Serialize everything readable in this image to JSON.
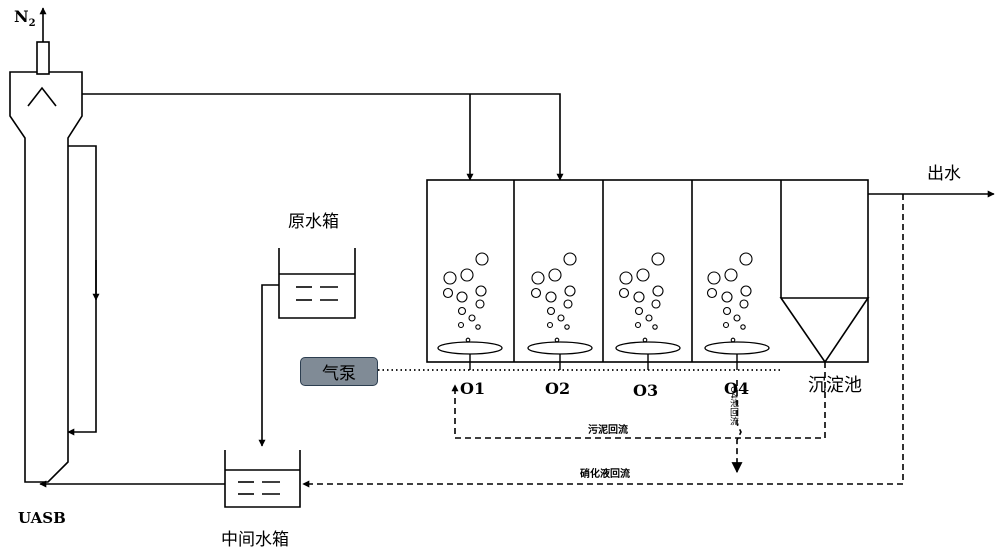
{
  "labels": {
    "n2_main": "N",
    "n2_sub": "2",
    "uasb": "UASB",
    "raw_tank": "原水箱",
    "intermediate_tank": "中间水箱",
    "air_pump": "气泵",
    "effluent": "出水",
    "settling_tank": "沉淀池",
    "o1": "O1",
    "o2": "O2",
    "o3": "O3",
    "o4": "O4",
    "o4_return": "O4池回流",
    "sludge_return": "污泥回流",
    "nitrate_return": "硝化液回流"
  },
  "colors": {
    "line": "#000000",
    "pump_fill": "#808b96",
    "pump_border": "#2c3e50"
  }
}
